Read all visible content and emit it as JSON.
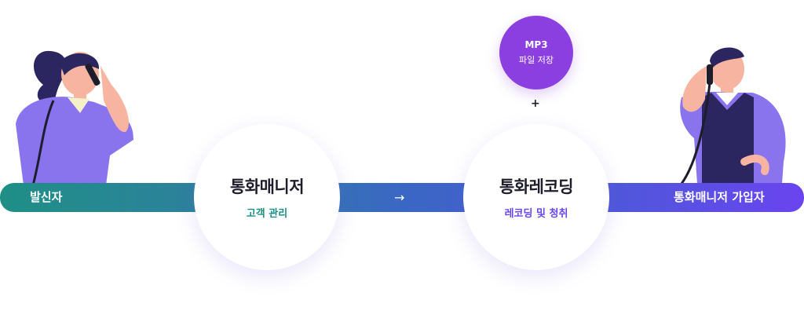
{
  "band": {
    "caller_label": "발신자",
    "arrow": "→",
    "subscriber_label": "통화매니저 가입자"
  },
  "nodes": {
    "manager": {
      "title": "통화매니저",
      "subtitle": "고객 관리",
      "subtitle_color": "#1f8f86"
    },
    "recording": {
      "title": "통화레코딩",
      "subtitle": "레코딩 및 청취",
      "subtitle_color": "#6a44f0"
    }
  },
  "mp3_badge": {
    "title": "MP3",
    "subtitle": "파일 저장",
    "color": "#8b3fe0"
  },
  "plus_sign": "+"
}
